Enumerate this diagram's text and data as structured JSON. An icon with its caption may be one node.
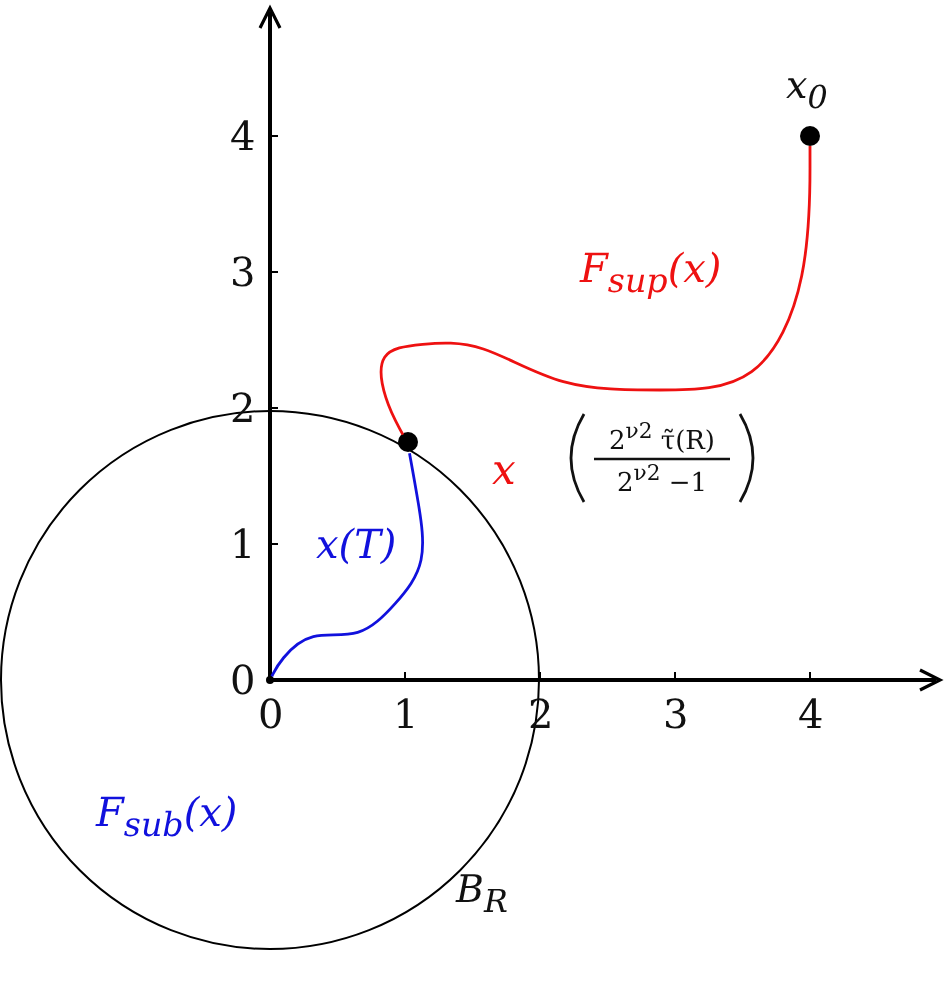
{
  "diagram": {
    "nodes": [
      {
        "text": [],
        "shape": "circle",
        "beside": [
          "x$_{0}$"
        ]
      },
      {
        "text": [],
        "shape": "circle",
        "in": 2
      },
      {
        "text": [
          "B$_{R}$"
        ]
      },
      {
        "text": [],
        "shape": "circle",
        "in": 2
      }
    ],
    "edges": [
      {
        "from": 0,
        "to": 1,
        "arrow": "none",
        "label": "F$_{sup}$(x)",
        "color": "#ee1111"
      },
      {
        "from": 1,
        "to": 3,
        "arrow": "none",
        "label": "x(T)",
        "color": "#1111dd"
      }
    ],
    "labels": [
      "4",
      "3",
      "2",
      "1",
      "0",
      "0",
      "1",
      "2",
      "3",
      "4",
      "x",
      "2$^{ν2}$ τ̃(R)",
      "2$^{ν2}$ −1",
      "F$_{sub}$(x)"
    ]
  }
}
